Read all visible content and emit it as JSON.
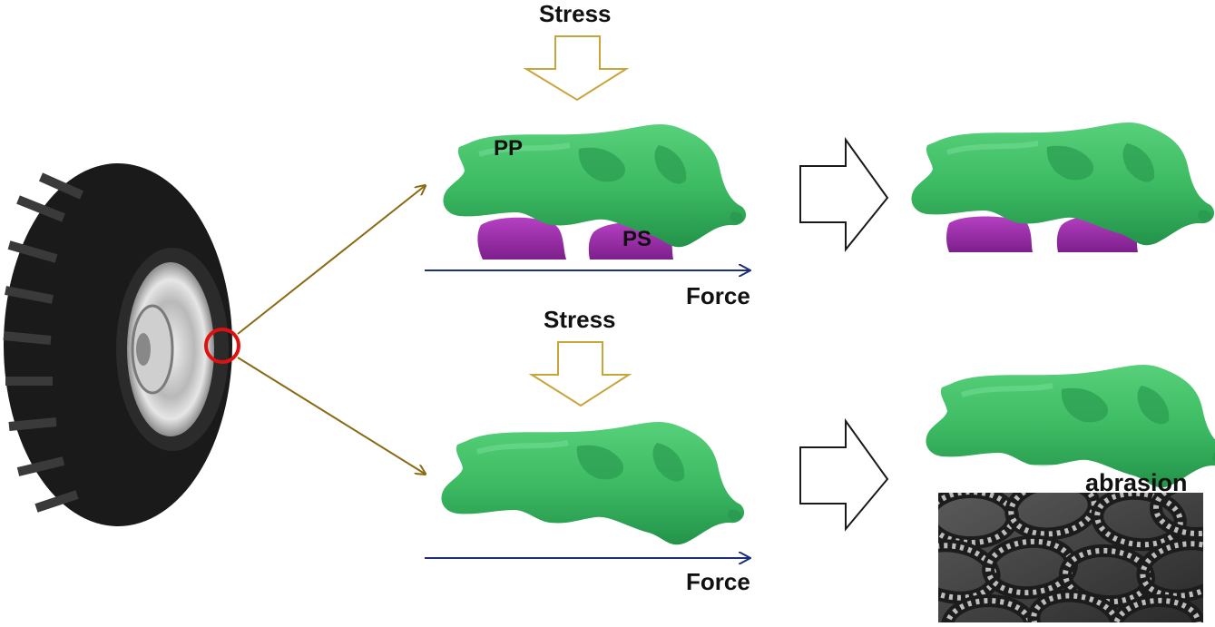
{
  "labels": {
    "stress_top": "Stress",
    "stress_bottom": "Stress",
    "force_top": "Force",
    "force_bottom": "Force",
    "pp": "PP",
    "ps": "PS",
    "abrasion": "abrasion"
  },
  "colors": {
    "pp_green": "#3dbb63",
    "ps_purple": "#9a2aa8",
    "stress_arrow": "#c9a43a",
    "force_arrow": "#1e2f7a",
    "pointer_arrow": "#8a6a12",
    "highlight_circle": "#e01010"
  },
  "icons": {
    "tire": "truck-tire-image",
    "tire_pile": "tire-pile-image"
  }
}
